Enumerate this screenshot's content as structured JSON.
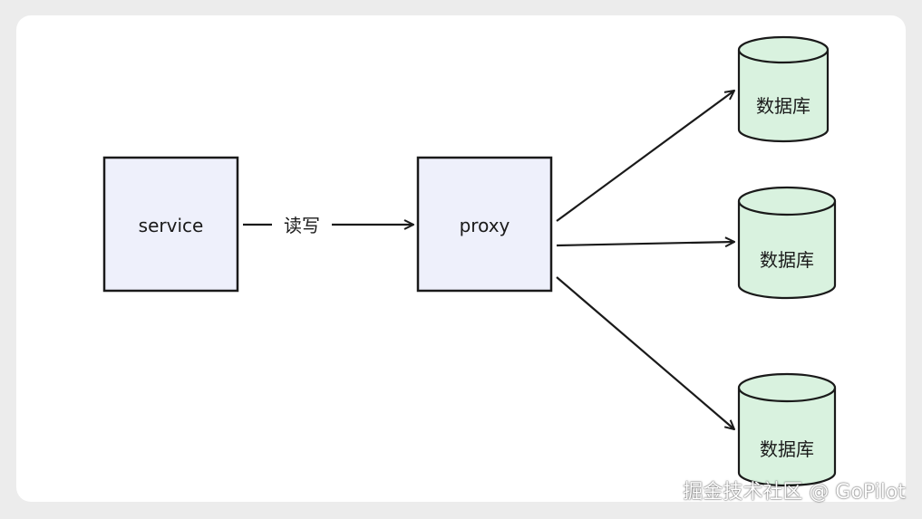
{
  "nodes": {
    "service": "service",
    "proxy": "proxy"
  },
  "edge_label": "读写",
  "databases": [
    "数据库",
    "数据库",
    "数据库"
  ],
  "watermark": "掘金技术社区 @ GoPilot",
  "colors": {
    "box_fill": "#eef0fb",
    "db_fill": "#d9f2df",
    "stroke": "#1a1a1a",
    "background": "#ececec",
    "card": "#ffffff"
  }
}
